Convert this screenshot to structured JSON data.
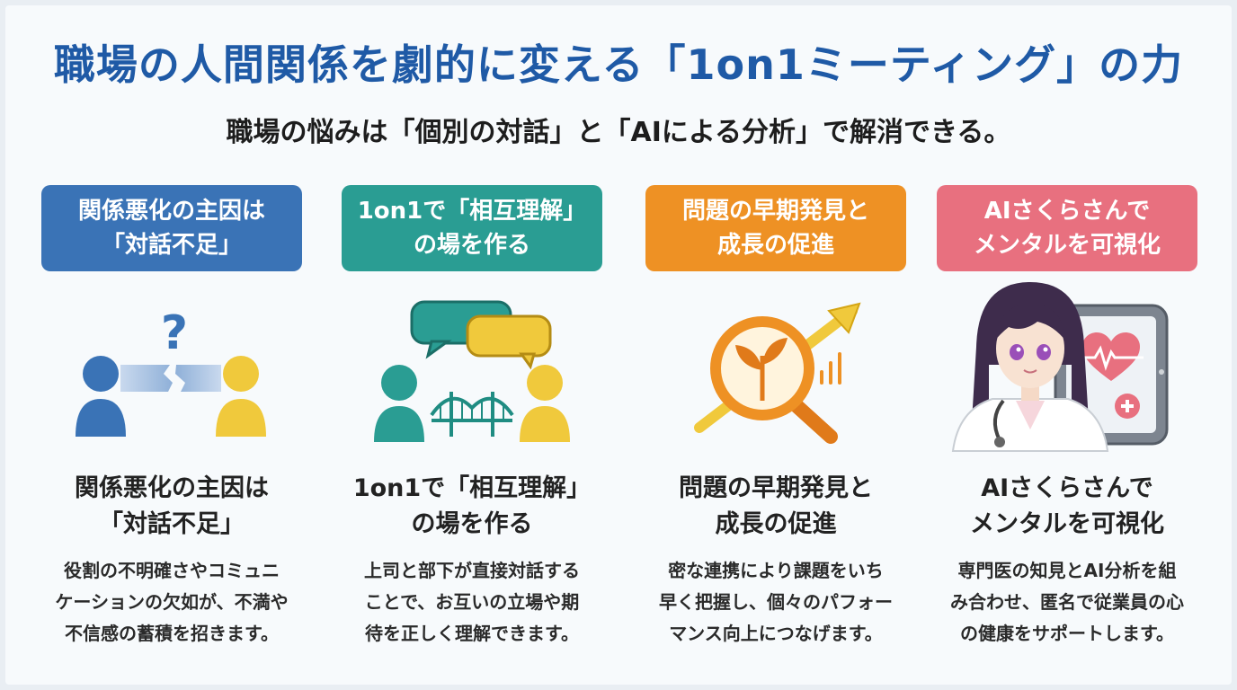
{
  "title": "職場の人間関係を劇的に変える「1on1ミーティング」の力",
  "subtitle": "職場の悩みは「個別の対話」と「AIによる分析」で解消できる。",
  "colors": {
    "title": "#1f5aa6",
    "blue": "#3a73b6",
    "teal": "#2a9d93",
    "orange": "#ee9124",
    "pink": "#e8707f",
    "yellow": "#f0c93c"
  },
  "cards": [
    {
      "badge_line1": "関係悪化の主因は",
      "badge_line2": "「対話不足」",
      "heading_line1": "関係悪化の主因は",
      "heading_line2": "「対話不足」",
      "body_line1": "役割の不明確さやコミュニ",
      "body_line2": "ケーションの欠如が、不満や",
      "body_line3": "不信感の蓄積を招きます。",
      "icon": "two-people-question-icon"
    },
    {
      "badge_line1": "1on1で「相互理解」",
      "badge_line2": "の場を作る",
      "heading_line1": "1on1で「相互理解」",
      "heading_line2": "の場を作る",
      "body_line1": "上司と部下が直接対話する",
      "body_line2": "ことで、お互いの立場や期",
      "body_line3": "待を正しく理解できます。",
      "icon": "people-bridge-chat-icon"
    },
    {
      "badge_line1": "問題の早期発見と",
      "badge_line2": "成長の促進",
      "heading_line1": "問題の早期発見と",
      "heading_line2": "成長の促進",
      "body_line1": "密な連携により課題をいち",
      "body_line2": "早く把握し、個々のパフォー",
      "body_line3": "マンス向上につなげます。",
      "icon": "magnifier-sprout-growth-icon"
    },
    {
      "badge_line1": "AIさくらさんで",
      "badge_line2": "メンタルを可視化",
      "heading_line1": "AIさくらさんで",
      "heading_line2": "メンタルを可視化",
      "body_line1": "専門医の知見とAI分析を組",
      "body_line2": "み合わせ、匿名で従業員の心",
      "body_line3": "の健康をサポートします。",
      "icon": "ai-doctor-tablet-heart-icon"
    }
  ]
}
